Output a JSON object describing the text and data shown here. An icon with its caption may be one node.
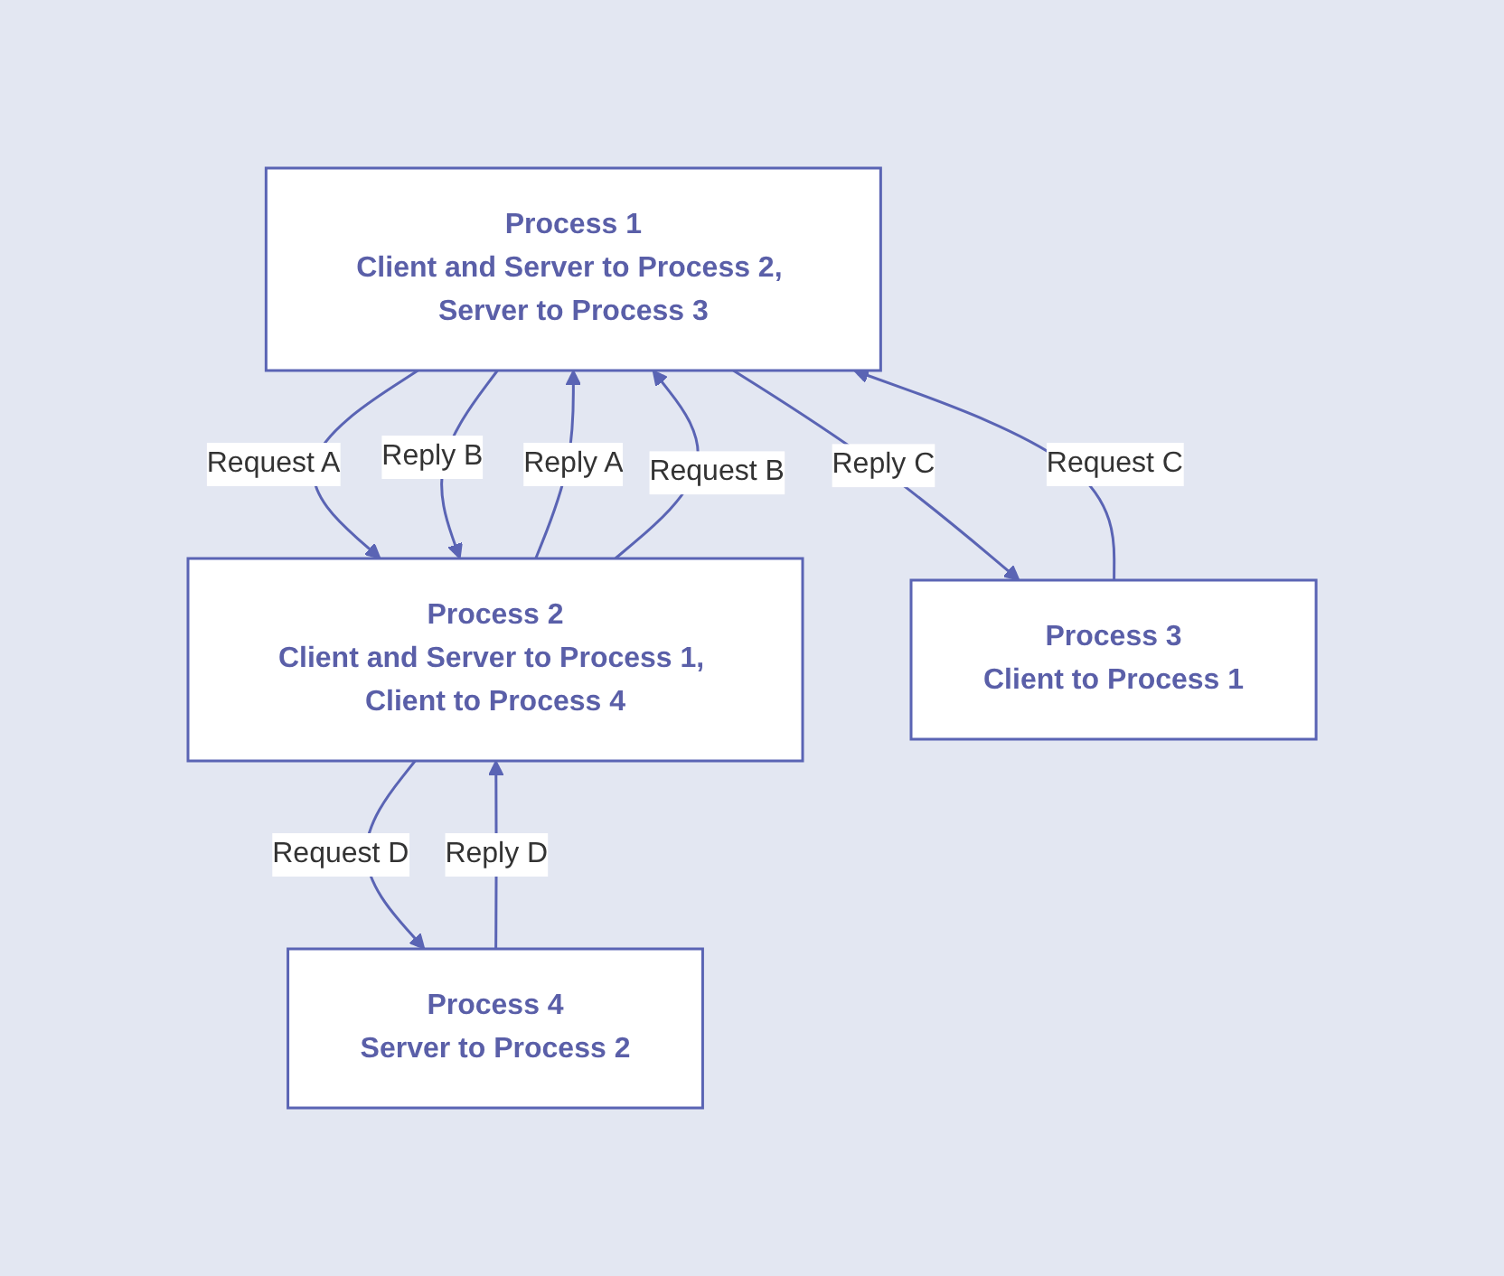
{
  "diagram": {
    "nodes": [
      {
        "text": [
          "Process 1",
          "Client and Server to Process 2, Server to Process 3"
        ]
      },
      {
        "text": [
          "Process 2",
          "Client and Server to Process 1, Client to Process 4"
        ]
      },
      {
        "text": [
          "Process 3",
          "Client to Process 1"
        ]
      },
      {
        "text": [
          "Process 4",
          "Server to Process 2"
        ]
      }
    ],
    "edges": [
      {
        "from": 0,
        "to": 1,
        "arrow": "to",
        "label": "Request A"
      },
      {
        "from": 1,
        "to": 0,
        "arrow": "to",
        "label": "Reply A"
      },
      {
        "from": 1,
        "to": 0,
        "arrow": "to",
        "label": "Request B"
      },
      {
        "from": 0,
        "to": 1,
        "arrow": "to",
        "label": "Reply B"
      },
      {
        "from": 2,
        "to": 0,
        "arrow": "to",
        "label": "Request C"
      },
      {
        "from": 0,
        "to": 2,
        "arrow": "to",
        "label": "Reply C"
      },
      {
        "from": 1,
        "to": 3,
        "arrow": "to",
        "label": "Request D"
      },
      {
        "from": 3,
        "to": 1,
        "arrow": "to",
        "label": "Reply D"
      }
    ]
  }
}
